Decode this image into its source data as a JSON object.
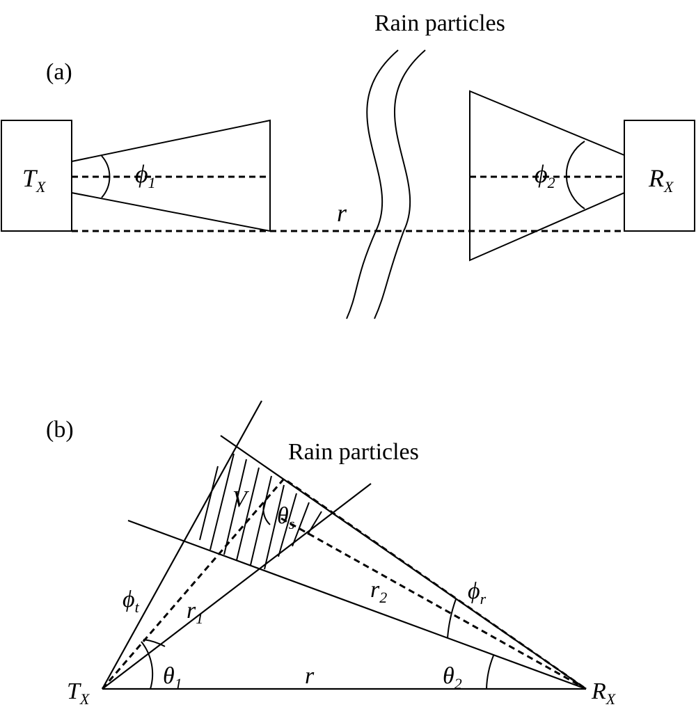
{
  "panel_a": {
    "label": "(a)",
    "title": "Rain particles",
    "tx": "T",
    "tx_sub": "X",
    "rx": "R",
    "rx_sub": "X",
    "phi1": "ϕ",
    "phi1_sub": "1",
    "phi2": "ϕ",
    "phi2_sub": "2",
    "r": "r"
  },
  "panel_b": {
    "label": "(b)",
    "title": "Rain particles",
    "tx": "T",
    "tx_sub": "X",
    "rx": "R",
    "rx_sub": "X",
    "v": "V",
    "theta_s": "θ",
    "theta_s_sub": "s",
    "phi_t": "ϕ",
    "phi_t_sub": "t",
    "phi_r": "ϕ",
    "phi_r_sub": "r",
    "r1": "r",
    "r1_sub": "1",
    "r2": "r",
    "r2_sub": "2",
    "theta1": "θ",
    "theta1_sub": "1",
    "theta2": "θ",
    "theta2_sub": "2",
    "r": "r"
  }
}
